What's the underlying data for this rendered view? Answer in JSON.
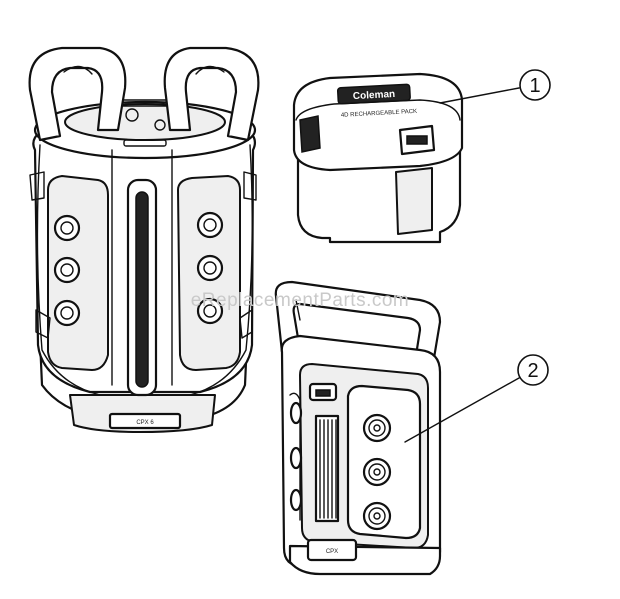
{
  "watermark": "eReplacementParts.com",
  "callouts": [
    {
      "number": "1",
      "part": "battery pack"
    },
    {
      "number": "2",
      "part": "lantern housing panel"
    }
  ],
  "battery_labels": {
    "brand": "Coleman",
    "caption": "4D RECHARGEABLE PACK"
  },
  "lantern_base_label": "CPX 6",
  "panel_base_label": "CPX"
}
